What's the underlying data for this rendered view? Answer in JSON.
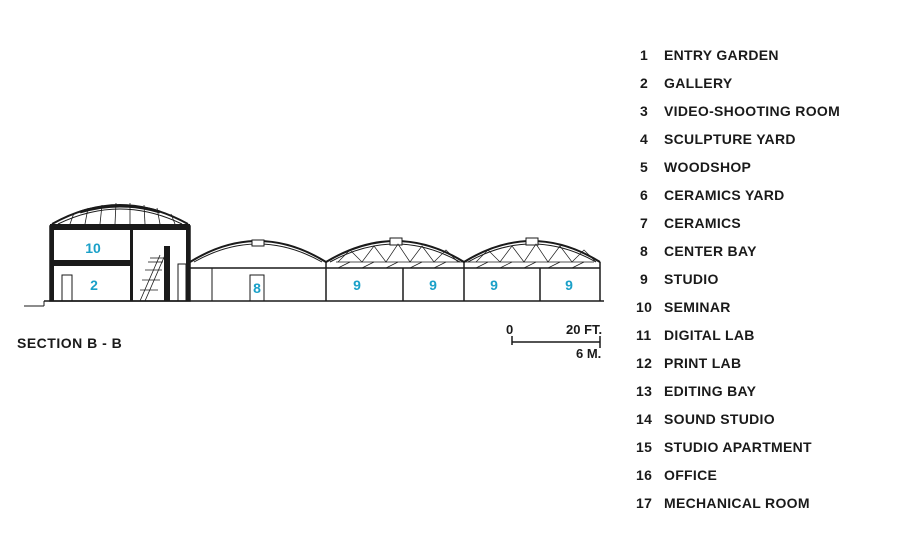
{
  "section_title": "SECTION B - B",
  "scale": {
    "ft_start": "0",
    "ft_end": "20 FT.",
    "m_end": "6 M."
  },
  "room_labels": [
    "10",
    "2",
    "8",
    "9",
    "9",
    "9",
    "9"
  ],
  "legend": [
    {
      "num": "1",
      "label": "ENTRY GARDEN"
    },
    {
      "num": "2",
      "label": "GALLERY"
    },
    {
      "num": "3",
      "label": "VIDEO-SHOOTING ROOM"
    },
    {
      "num": "4",
      "label": "SCULPTURE YARD"
    },
    {
      "num": "5",
      "label": "WOODSHOP"
    },
    {
      "num": "6",
      "label": "CERAMICS YARD"
    },
    {
      "num": "7",
      "label": "CERAMICS"
    },
    {
      "num": "8",
      "label": "CENTER BAY"
    },
    {
      "num": "9",
      "label": "STUDIO"
    },
    {
      "num": "10",
      "label": "SEMINAR"
    },
    {
      "num": "11",
      "label": "DIGITAL LAB"
    },
    {
      "num": "12",
      "label": "PRINT LAB"
    },
    {
      "num": "13",
      "label": "EDITING BAY"
    },
    {
      "num": "14",
      "label": "SOUND STUDIO"
    },
    {
      "num": "15",
      "label": "STUDIO APARTMENT"
    },
    {
      "num": "16",
      "label": "OFFICE"
    },
    {
      "num": "17",
      "label": "MECHANICAL ROOM"
    }
  ],
  "colors": {
    "line": "#1a1a1a",
    "room_number": "#1aa0c8"
  }
}
